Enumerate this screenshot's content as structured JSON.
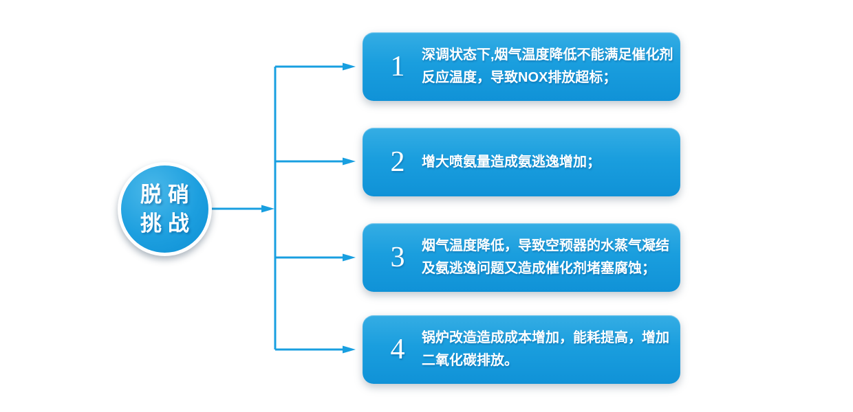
{
  "colors": {
    "accent": "#189fe0",
    "card_top": "#35ade4",
    "card_mid": "#1a9ede",
    "card_bottom": "#1092d7",
    "text": "#ffffff"
  },
  "circle": {
    "title_line1": "脱硝",
    "title_line2": "挑战"
  },
  "items": [
    {
      "number": "1",
      "lines": [
        "深调状态下,烟气温度降低不能满足催化剂",
        "反应温度，导致NOX排放超标；"
      ]
    },
    {
      "number": "2",
      "lines": [
        "增大喷氨量造成氨逃逸增加；"
      ]
    },
    {
      "number": "3",
      "lines": [
        "烟气温度降低，导致空预器的水蒸气凝结",
        "及氨逃逸问题又造成催化剂堵塞腐蚀；"
      ]
    },
    {
      "number": "4",
      "lines": [
        "锅炉改造造成成本增加，能耗提高，增加",
        "二氧化碳排放。"
      ]
    }
  ]
}
